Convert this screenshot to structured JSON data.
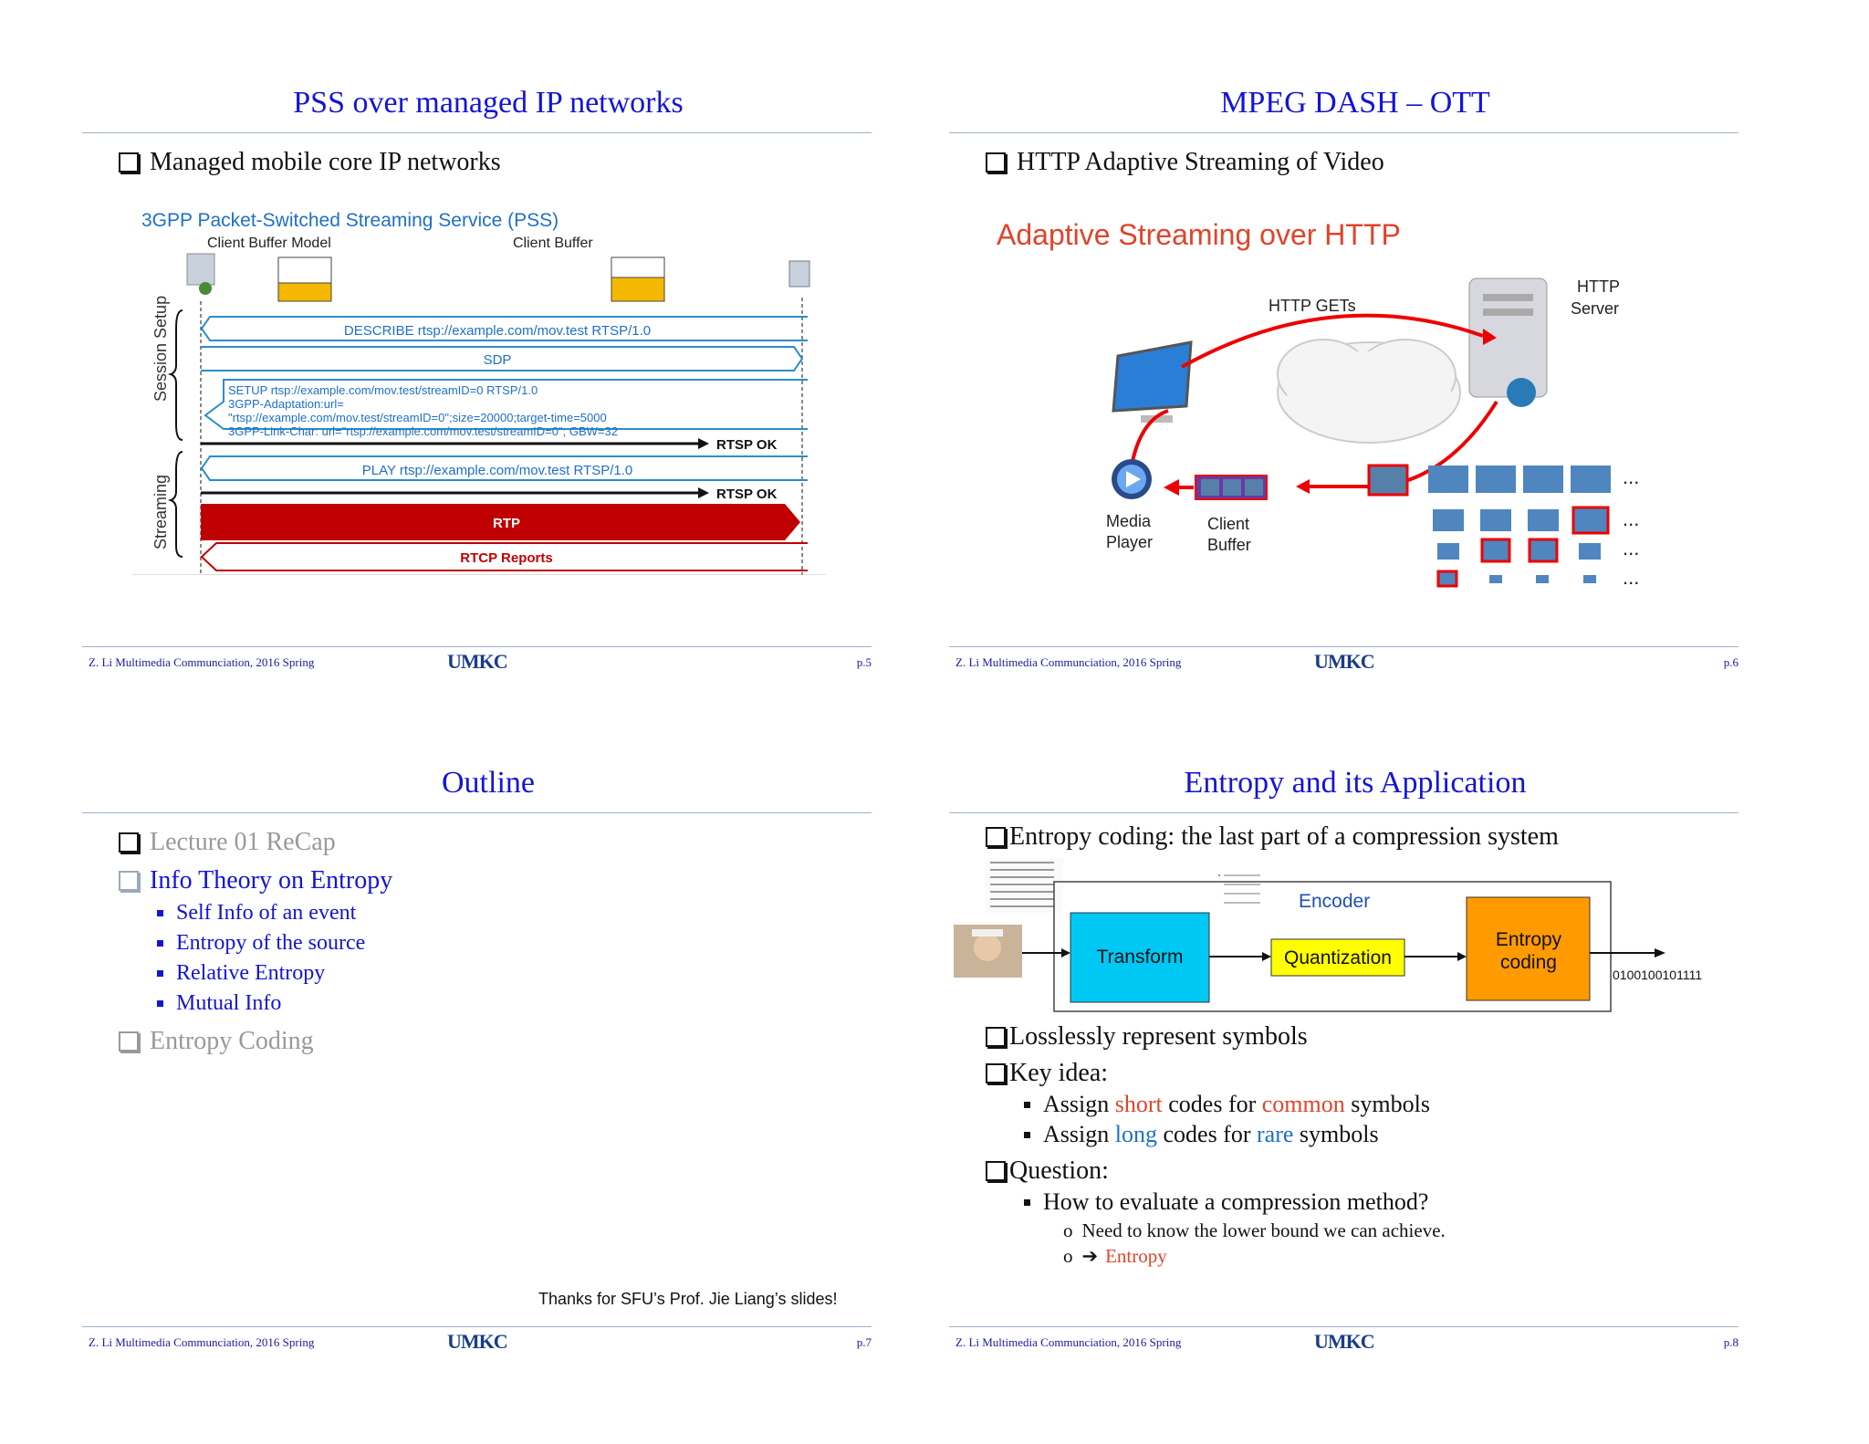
{
  "footer": {
    "left": "Z. Li Multimedia Communciation, 2016 Spring",
    "logo": "UMKC"
  },
  "slide1": {
    "title": "PSS over managed IP networks",
    "bullet": "Managed mobile core IP networks",
    "figure_title": "3GPP Packet-Switched Streaming Service (PSS)",
    "client_buffer_model": "Client Buffer Model",
    "client_buffer": "Client Buffer",
    "session_setup": "Session Setup",
    "streaming": "Streaming",
    "describe": "DESCRIBE rtsp://example.com/mov.test  RTSP/1.0",
    "sdp": "SDP",
    "setup1": "SETUP rtsp://example.com/mov.test/streamID=0 RTSP/1.0",
    "setup2": "3GPP-Adaptation:url=",
    "setup3": "\"rtsp://example.com/mov.test/streamID=0\";size=20000;target-time=5000",
    "setup4": "3GPP-Link-Char: url=\"rtsp://example.com/mov.test/streamID=0\"; GBW=32",
    "rtsp_ok": "RTSP OK",
    "play": "PLAY rtsp://example.com/mov.test  RTSP/1.0",
    "rtp": "RTP",
    "rtcp": "RTCP Reports",
    "page": "p.5"
  },
  "slide2": {
    "title": "MPEG DASH – OTT",
    "bullet": "HTTP Adaptive Streaming of Video",
    "figure_title": "Adaptive Streaming over HTTP",
    "http_gets": "HTTP GETs",
    "http": "HTTP",
    "server": "Server",
    "media": "Media",
    "player": "Player",
    "client": "Client",
    "buffer": "Buffer",
    "dots": "...",
    "page": "p.6"
  },
  "slide3": {
    "title": "Outline",
    "items": [
      "Lecture 01 ReCap",
      "Info Theory on Entropy",
      "Entropy Coding"
    ],
    "subitems": [
      "Self Info of an event",
      "Entropy of the source",
      "Relative Entropy",
      "Mutual Info"
    ],
    "thanks": "Thanks for SFU’s Prof. Jie Liang’s slides!",
    "page": "p.7"
  },
  "slide4": {
    "title": "Entropy and its Application",
    "b1": "Entropy coding: the last part of a compression system",
    "encoder": "Encoder",
    "transform": "Transform",
    "quantization": "Quantization",
    "entropy1": "Entropy",
    "entropy2": "coding",
    "bits": "0100100101111",
    "b2": "Losslessly represent symbols",
    "b3": "Key idea:",
    "assign": "Assign",
    "short": "short",
    "codes_for": "codes for",
    "common": "common",
    "symbols": "symbols",
    "long": "long",
    "rare": "rare",
    "b4": "Question:",
    "q1": "How to evaluate a compression method?",
    "q2": "Need to know the lower bound we can achieve.",
    "arrow": "➔",
    "q3": "Entropy",
    "circ": "o",
    "page": "p.8"
  }
}
